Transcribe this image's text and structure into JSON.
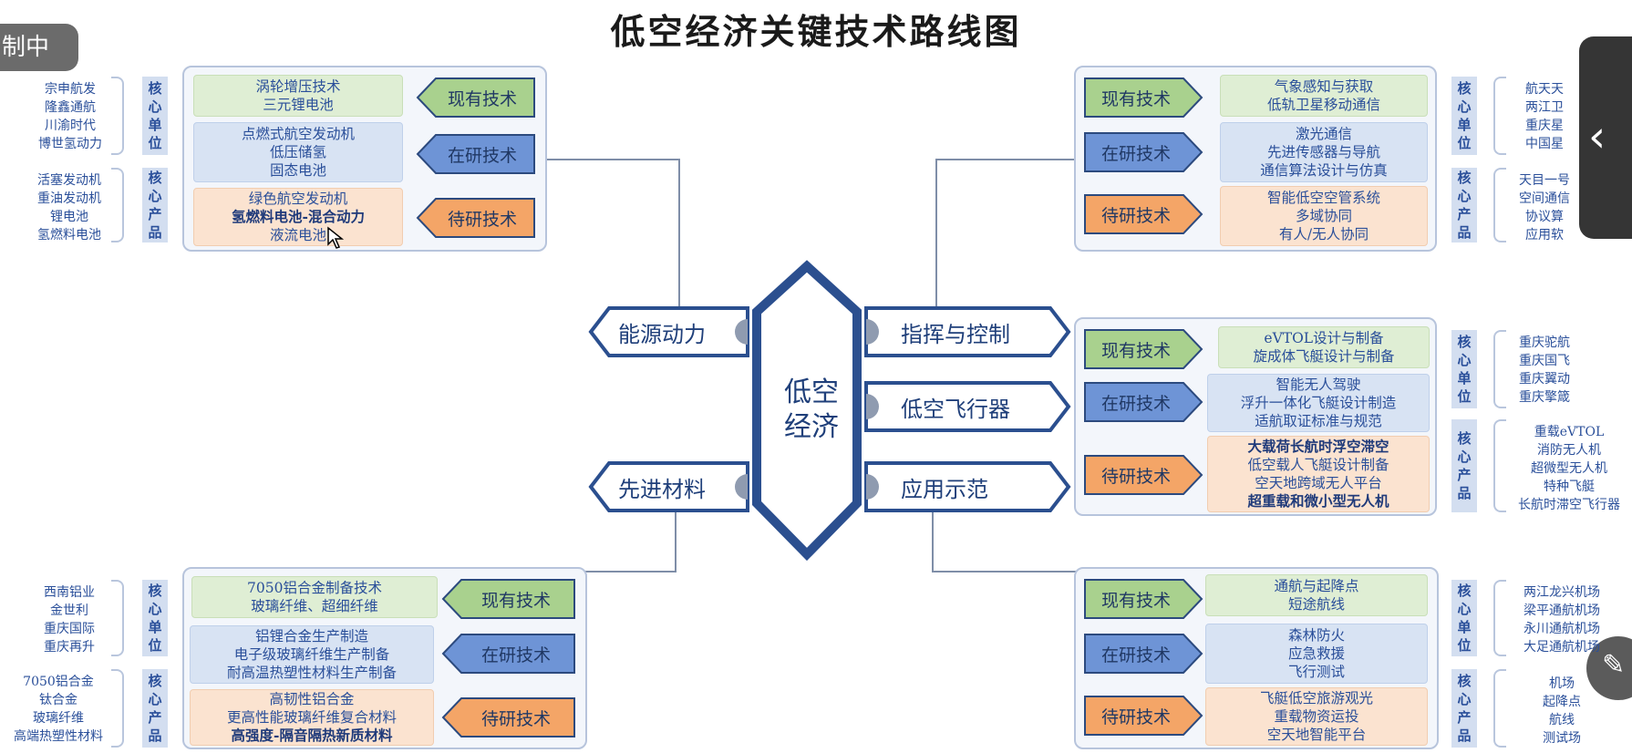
{
  "title": "低空经济关键技术路线图",
  "overlay": {
    "control_label": "制中"
  },
  "hub": {
    "line1": "低空",
    "line2": "经济"
  },
  "branches": {
    "left_top": "能源动力",
    "left_bottom": "先进材料",
    "right_1": "指挥与控制",
    "right_2": "低空飞行器",
    "right_3": "应用示范"
  },
  "stage_labels": {
    "existing": "现有技术",
    "researching": "在研技术",
    "pending": "待研技术"
  },
  "side_labels": {
    "units": [
      "核",
      "心",
      "单",
      "位"
    ],
    "products": [
      "核",
      "心",
      "产",
      "品"
    ]
  },
  "energy": {
    "existing": [
      "涡轮增压技术",
      "三元锂电池"
    ],
    "researching": [
      "点燃式航空发动机",
      "低压储氢",
      "固态电池"
    ],
    "pending": [
      "绿色航空发动机",
      "氢燃料电池-混合动力",
      "液流电池"
    ],
    "units": [
      "宗申航发",
      "隆鑫通航",
      "川渝时代",
      "博世氢动力"
    ],
    "products": [
      "活塞发动机",
      "重油发动机",
      "锂电池",
      "氢燃料电池"
    ]
  },
  "materials": {
    "existing": [
      "7050铝合金制备技术",
      "玻璃纤维、超细纤维"
    ],
    "researching": [
      "铝锂合金生产制造",
      "电子级玻璃纤维生产制备",
      "耐高温热塑性材料生产制备"
    ],
    "pending": [
      "高韧性铝合金",
      "更高性能玻璃纤维复合材料",
      "高强度-隔音隔热新质材料"
    ],
    "units": [
      "西南铝业",
      "金世利",
      "重庆国际",
      "重庆再升"
    ],
    "products": [
      "7050铝合金",
      "钛合金",
      "玻璃纤维",
      "高端热塑性材料"
    ]
  },
  "control": {
    "existing": [
      "气象感知与获取",
      "低轨卫星移动通信"
    ],
    "researching": [
      "激光通信",
      "先进传感器与导航",
      "通信算法设计与仿真"
    ],
    "pending": [
      "智能低空空管系统",
      "多域协同",
      "有人/无人协同"
    ],
    "units": [
      "航天天",
      "两江卫",
      "重庆星",
      "中国星"
    ],
    "products": [
      "天目一号",
      "空间通信",
      "协议算",
      "应用软"
    ]
  },
  "aircraft": {
    "existing": [
      "eVTOL设计与制备",
      "旋成体飞艇设计与制备"
    ],
    "researching": [
      "智能无人驾驶",
      "浮升一体化飞艇设计制造",
      "适航取证标准与规范"
    ],
    "pending": [
      "大载荷长航时浮空滞空",
      "低空载人飞艇设计制备",
      "空天地跨域无人平台",
      "超重载和微小型无人机"
    ],
    "units": [
      "重庆驼航",
      "重庆国飞",
      "重庆翼动",
      "重庆擎箴"
    ],
    "products": [
      "重载eVTOL",
      "消防无人机",
      "超微型无人机",
      "特种飞艇",
      "长航时滞空飞行器"
    ]
  },
  "demo": {
    "existing": [
      "通航与起降点",
      "短途航线"
    ],
    "researching": [
      "森林防火",
      "应急救援",
      "飞行测试"
    ],
    "pending": [
      "飞艇低空旅游观光",
      "重载物资运投",
      "空天地智能平台"
    ],
    "units": [
      "两江龙兴机场",
      "梁平通航机场",
      "永川通航机场",
      "大足通航机场"
    ],
    "products": [
      "机场",
      "起降点",
      "航线",
      "测试场"
    ]
  }
}
